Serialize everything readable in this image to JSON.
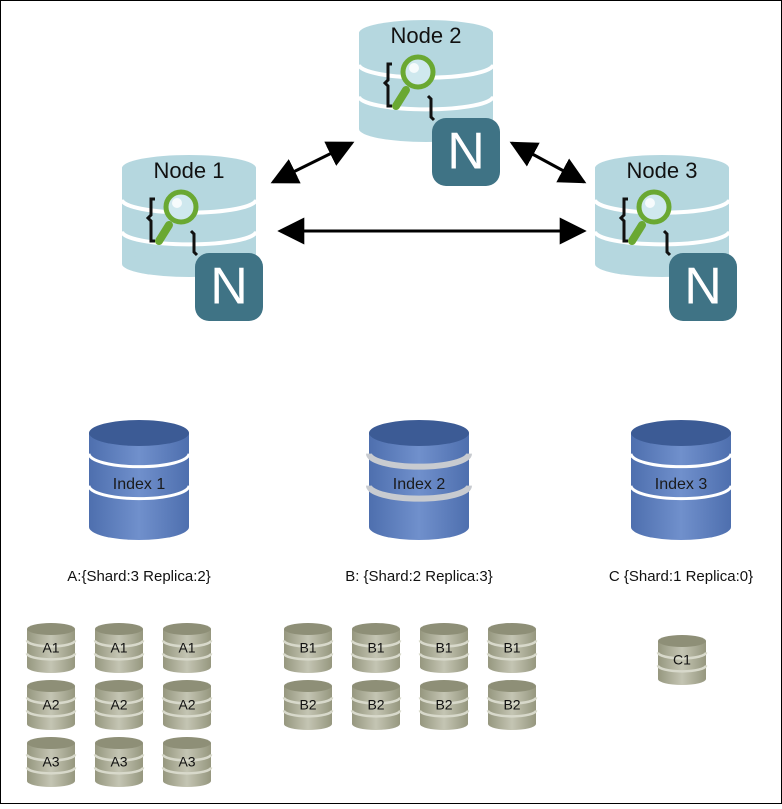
{
  "nodes": [
    {
      "label": "Node 1",
      "badge": "N"
    },
    {
      "label": "Node 2",
      "badge": "N"
    },
    {
      "label": "Node 3",
      "badge": "N"
    }
  ],
  "indices": [
    {
      "label": "Index 1",
      "config": "A:{Shard:3 Replica:2}",
      "shard_rows": [
        [
          "A1",
          "A1",
          "A1"
        ],
        [
          "A2",
          "A2",
          "A2"
        ],
        [
          "A3",
          "A3",
          "A3"
        ]
      ]
    },
    {
      "label": "Index 2",
      "config": "B: {Shard:2 Replica:3}",
      "shard_rows": [
        [
          "B1",
          "B1",
          "B1",
          "B1"
        ],
        [
          "B2",
          "B2",
          "B2",
          "B2"
        ]
      ]
    },
    {
      "label": "Index 3",
      "config": "C {Shard:1 Replica:0}",
      "shard_rows": [
        [
          "C1"
        ]
      ]
    }
  ],
  "colors": {
    "node_db": "#b5d7df",
    "node_db_line": "#ffffff",
    "badge": "#3f7385",
    "magnifier": "#6aa832",
    "index_db": "#5d7fbd",
    "index_db_dark": "#3c5b95",
    "shard_db": "#a6a793",
    "shard_db_light": "#d8d9cb"
  },
  "icons": [
    "node-database-icon",
    "magnifier-icon",
    "n-badge-icon",
    "index-database-icon",
    "shard-database-icon",
    "bidirectional-arrow-icon"
  ]
}
